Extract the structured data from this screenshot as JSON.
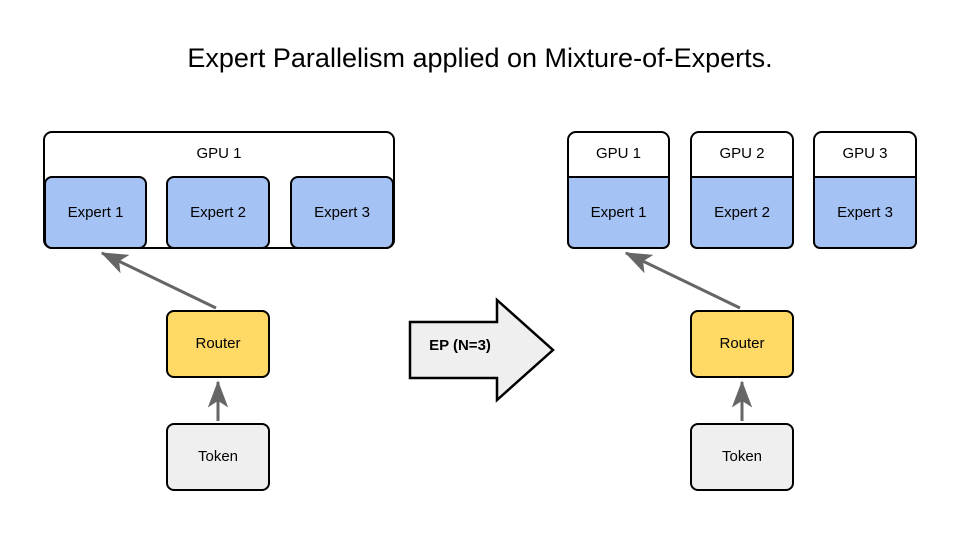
{
  "title": "Expert Parallelism applied on Mixture-of-Experts.",
  "colors": {
    "background": "#ffffff",
    "expert_fill": "#a4c2f4",
    "router_fill": "#ffd966",
    "token_fill": "#efefef",
    "arrow_fill": "#efefef",
    "stroke": "#000000",
    "connector": "#666666"
  },
  "left": {
    "gpu_label": "GPU 1",
    "experts": [
      {
        "label": "Expert 1"
      },
      {
        "label": "Expert 2"
      },
      {
        "label": "Expert 3"
      }
    ],
    "router": "Router",
    "token": "Token"
  },
  "transform": {
    "label": "EP (N=3)",
    "icon": "right-arrow-icon"
  },
  "right": {
    "gpus": [
      {
        "gpu_label": "GPU 1",
        "expert_label": "Expert 1"
      },
      {
        "gpu_label": "GPU 2",
        "expert_label": "Expert 2"
      },
      {
        "gpu_label": "GPU 3",
        "expert_label": "Expert 3"
      }
    ],
    "router": "Router",
    "token": "Token"
  },
  "diagram_data": {
    "type": "diagram",
    "description": "Expert Parallelism (EP) transformation of a Mixture-of-Experts layer",
    "before": {
      "gpu_count": 1,
      "gpus": [
        {
          "name": "GPU 1",
          "experts": [
            "Expert 1",
            "Expert 2",
            "Expert 3"
          ]
        }
      ],
      "router": "Router",
      "input": "Token"
    },
    "after": {
      "gpu_count": 3,
      "gpus": [
        {
          "name": "GPU 1",
          "experts": [
            "Expert 1"
          ]
        },
        {
          "name": "GPU 2",
          "experts": [
            "Expert 2"
          ]
        },
        {
          "name": "GPU 3",
          "experts": [
            "Expert 3"
          ]
        }
      ],
      "router": "Router",
      "input": "Token"
    },
    "edges": [
      {
        "from": "Token",
        "to": "Router"
      },
      {
        "from": "Router",
        "to": "Expert 1"
      }
    ],
    "transform_label": "EP (N=3)",
    "N": 3
  }
}
